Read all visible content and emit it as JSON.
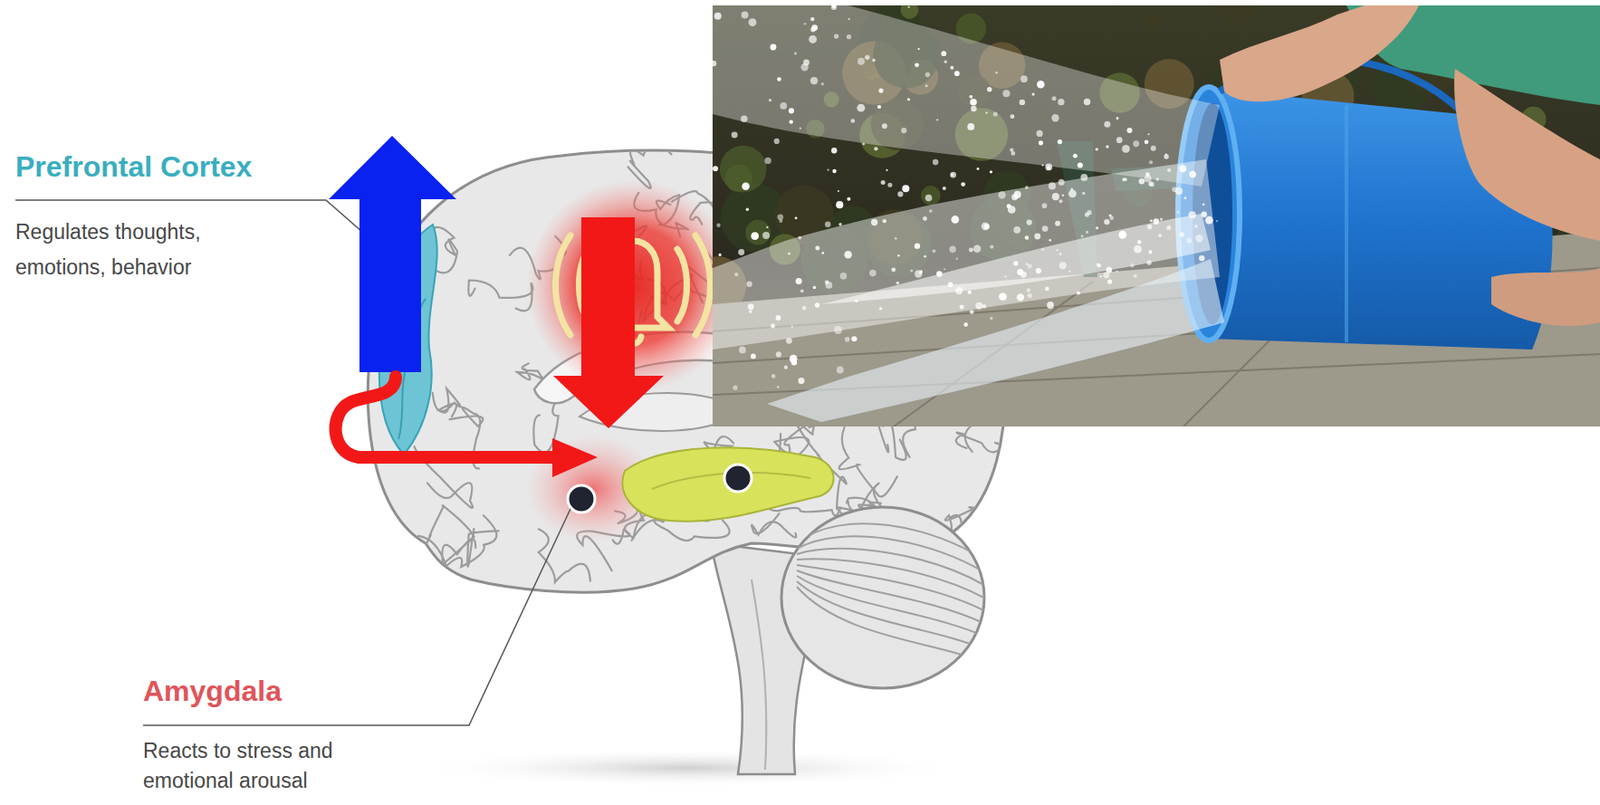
{
  "diagram": {
    "labels": [
      "Prefrontal Cortex",
      "Regulates thoughts, emotions, behavior",
      "Amygdala",
      "Reacts to stress and emotional arousal"
    ]
  }
}
